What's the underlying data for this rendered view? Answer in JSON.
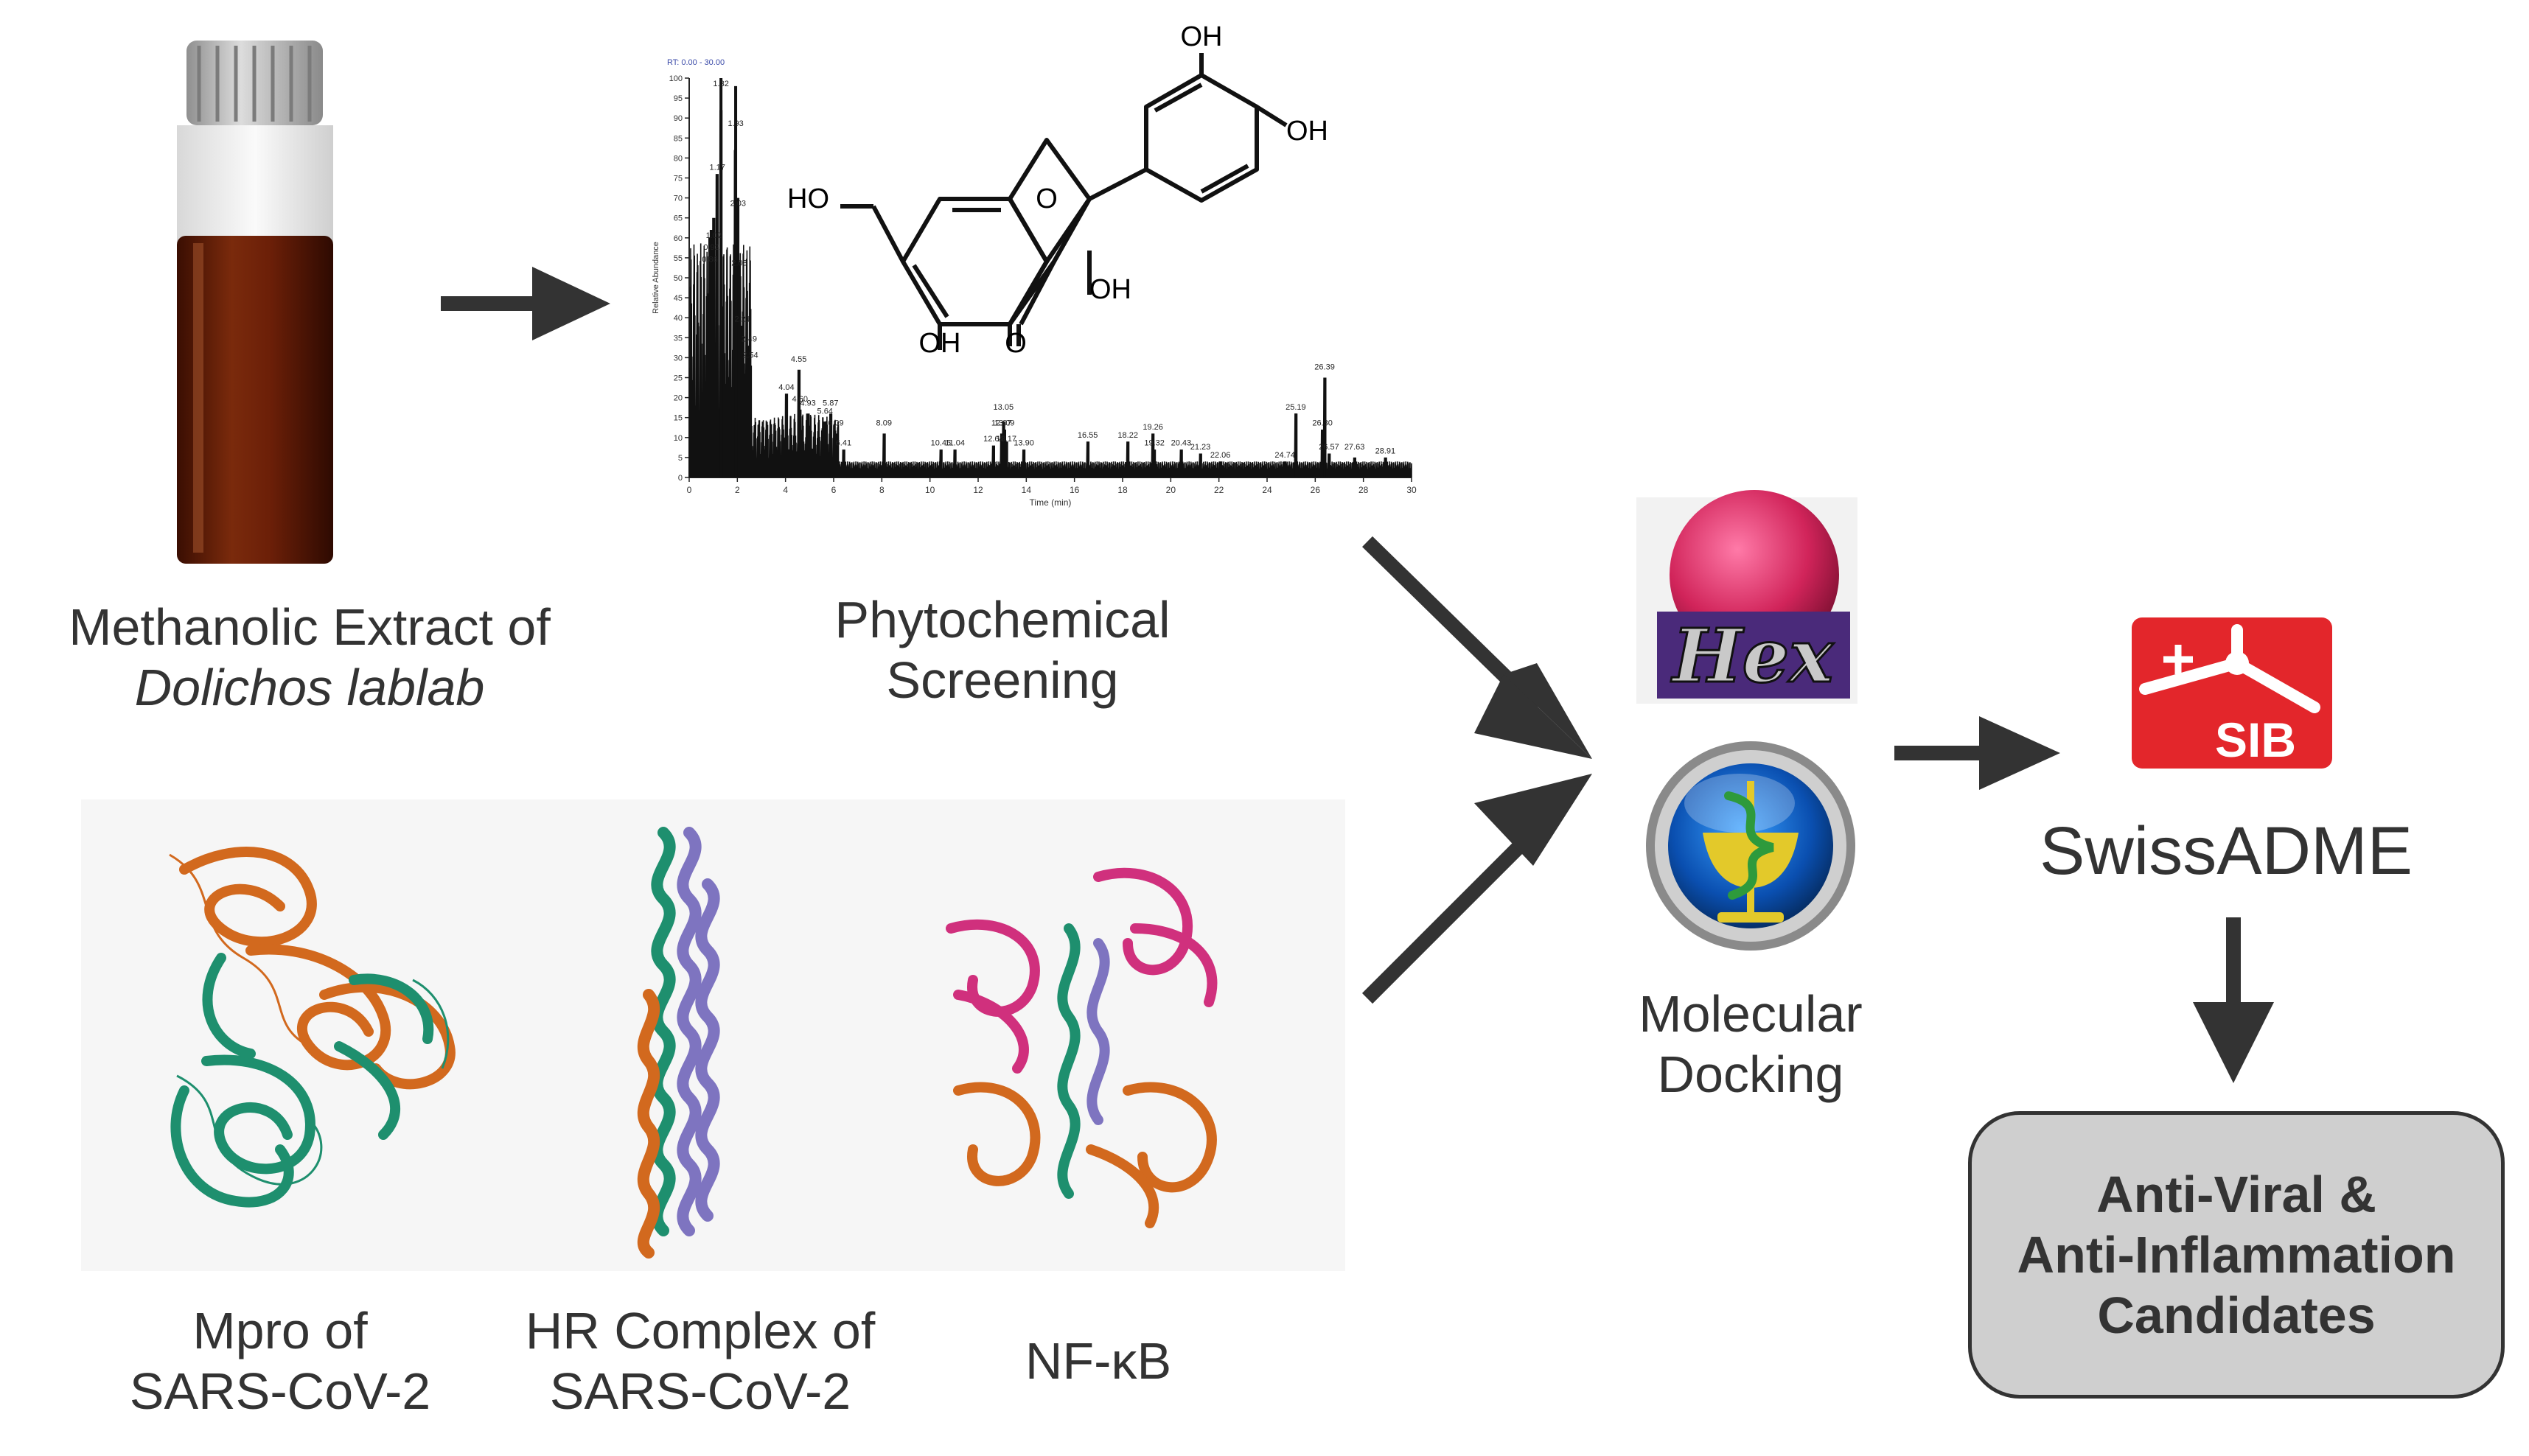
{
  "extract": {
    "line1": "Methanolic Extract of",
    "line2": "Dolichos lablab"
  },
  "screening": {
    "line1": "Phytochemical",
    "line2": "Screening"
  },
  "chromatogram": {
    "rt_range": "RT: 0.00 - 30.00",
    "y_axis_label": "Relative Abundance",
    "x_axis_label": "Time (min)",
    "y_ticks": [
      "0",
      "5",
      "10",
      "15",
      "20",
      "25",
      "30",
      "35",
      "40",
      "45",
      "50",
      "55",
      "60",
      "65",
      "70",
      "75",
      "80",
      "85",
      "90",
      "95",
      "100"
    ],
    "x_ticks": [
      "0",
      "2",
      "4",
      "6",
      "8",
      "10",
      "12",
      "14",
      "16",
      "18",
      "20",
      "22",
      "24",
      "26",
      "28",
      "30"
    ],
    "peak_labels": [
      "1.32",
      "1.93",
      "1.17",
      "2.03",
      "1.02",
      "0.92",
      "0.86",
      "2.08",
      "2.21",
      "2.49",
      "2.54",
      "4.55",
      "4.04",
      "4.60",
      "4.93",
      "5.64",
      "5.87",
      "6.09",
      "8.09",
      "6.41",
      "10.45",
      "11.04",
      "12.97",
      "13.05",
      "13.09",
      "12.64",
      "13.17",
      "13.90",
      "16.55",
      "18.22",
      "19.26",
      "19.32",
      "20.43",
      "21.23",
      "22.06",
      "24.74",
      "25.19",
      "26.39",
      "26.30",
      "26.57",
      "27.63",
      "28.91"
    ]
  },
  "flavonoid": {
    "oh_top": "OH",
    "oh_right": "OH",
    "ho_left": "HO",
    "oh_ring": "OH",
    "oh_bottom": "OH",
    "carbonyl": "O",
    "ring_o": "O"
  },
  "proteins": [
    {
      "line1": "Mpro of",
      "line2": "SARS-CoV-2"
    },
    {
      "line1": "HR Complex of",
      "line2": "SARS-CoV-2"
    },
    {
      "line1": "NF-κB",
      "line2": ""
    }
  ],
  "hex_logo_text": "Hex",
  "docking": {
    "line1": "Molecular",
    "line2": "Docking"
  },
  "sib_logo": {
    "text": "SIB",
    "color": "#e3262b"
  },
  "swissadme": "SwissADME",
  "result": {
    "line1": "Anti-Viral &",
    "line2": "Anti-Inflammation",
    "line3": "Candidates"
  },
  "colors": {
    "arrow": "#333333",
    "extract": "#6b1f08",
    "orange_protein": "#d2691e",
    "green_protein": "#1e8f6e",
    "purple_protein": "#7e74c0",
    "magenta_protein": "#d0307d",
    "box_fill": "#cfcfcf"
  }
}
